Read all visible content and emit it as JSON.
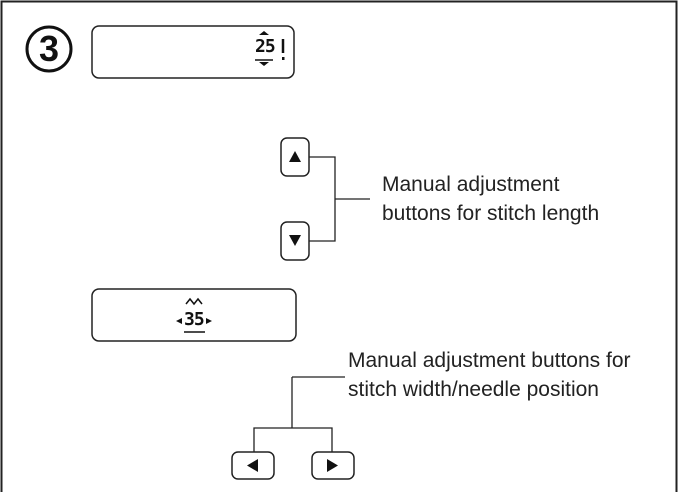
{
  "step": {
    "number": "3"
  },
  "display_top": {
    "value": "25",
    "icon": "stitch-length-updown-icon"
  },
  "display_middle": {
    "value": "35",
    "icon": "stitch-width-zigzag-icon"
  },
  "length_buttons": {
    "up_icon": "triangle-up-icon",
    "down_icon": "triangle-down-icon",
    "label_line1": "Manual adjustment",
    "label_line2": "buttons for stitch length"
  },
  "width_buttons": {
    "left_icon": "triangle-left-icon",
    "right_icon": "triangle-right-icon",
    "label_line1": "Manual adjustment buttons for",
    "label_line2": "stitch width/needle position"
  }
}
